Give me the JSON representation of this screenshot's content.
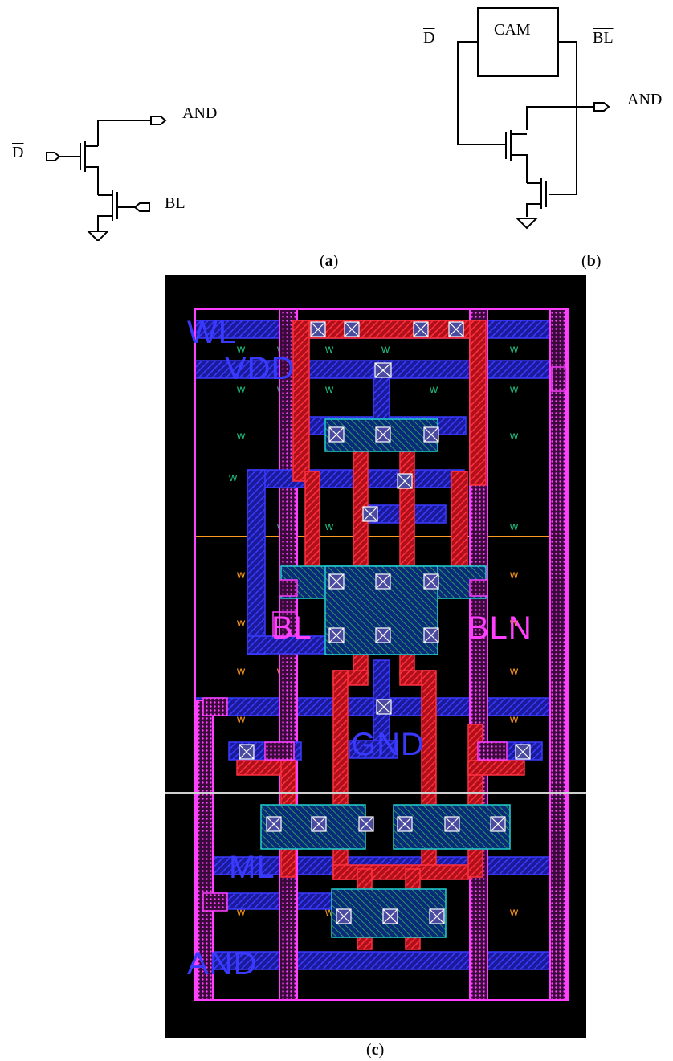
{
  "panel_a": {
    "caption_open": "(",
    "caption_letter": "a",
    "caption_close": ")",
    "labels": {
      "and": "AND",
      "d": "D",
      "bl": "BL"
    }
  },
  "panel_b": {
    "caption_open": "(",
    "caption_letter": "b",
    "caption_close": ")",
    "labels": {
      "cam": "CAM",
      "and": "AND",
      "d": "D",
      "bl": "BL"
    }
  },
  "panel_c": {
    "caption_open": "(",
    "caption_letter": "c",
    "caption_close": ")",
    "labels": {
      "wl": "WL",
      "vdd": "VDD",
      "bl": "BL",
      "bln": "BLN",
      "gnd": "GND",
      "ml": "ML",
      "and": "AND"
    },
    "colors": {
      "background": "#000000",
      "metal1": "#2a2aff",
      "poly": "#e8202a",
      "metal2": "#ff20ff",
      "nwell": "#22c080",
      "pwell": "#ff9a20",
      "diffusion": "#20d0d0",
      "via": "#ffffff",
      "divider": "#cfcfcf"
    }
  }
}
